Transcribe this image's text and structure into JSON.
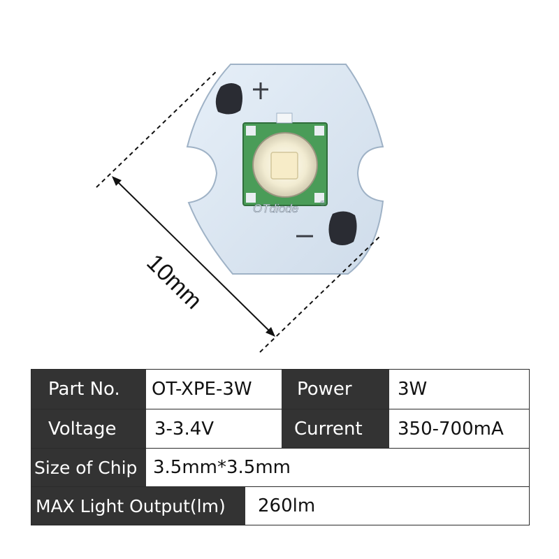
{
  "image": {
    "pcb_logo_text": "OTdiode",
    "registered_mark": "®",
    "dimension_label": "10mm",
    "colors": {
      "pcb": "#d9e6f2",
      "led_base": "#4a9c58",
      "led_lens": "#f2ecd2",
      "pad": "#2a2c33",
      "dimension_line": "#111111"
    }
  },
  "specs": {
    "part_no_label": "Part No.",
    "part_no_value": "OT-XPE-3W",
    "power_label": "Power",
    "power_value": "3W",
    "voltage_label": "Voltage",
    "voltage_value": "3-3.4V",
    "current_label": "Current",
    "current_value": "350-700mA",
    "chip_size_label": "Size of Chip",
    "chip_size_value": "3.5mm*3.5mm",
    "max_output_label": "MAX Light Output(lm)",
    "max_output_value": "260lm",
    "colors": {
      "label_bg": "#333333",
      "label_text": "#ffffff",
      "value_text": "#111111",
      "border": "#2b2b2b"
    }
  }
}
